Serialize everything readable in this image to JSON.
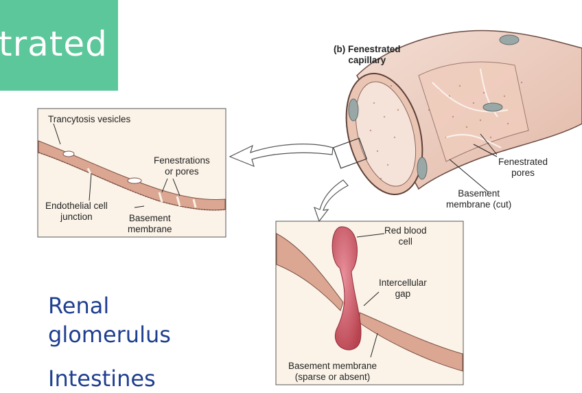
{
  "slide": {
    "title_fragment": "trated",
    "examples": [
      "Renal",
      "glomerulus",
      "Intestines"
    ]
  },
  "diagram": {
    "panel_title": "(b) Fenestrated",
    "panel_title_line2": "capillary",
    "labels": {
      "fenestrated_pores_1": "Fenestrated",
      "fenestrated_pores_2": "pores",
      "basement_cut_1": "Basement",
      "basement_cut_2": "membrane (cut)",
      "trancytosis": "Trancytosis vesicles",
      "fenestrations_1": "Fenestrations",
      "fenestrations_2": "or pores",
      "junction_1": "Endothelial cell",
      "junction_2": "junction",
      "basement_left_1": "Basement",
      "basement_left_2": "membrane",
      "rbc_1": "Red blood",
      "rbc_2": "cell",
      "gap_1": "Intercellular",
      "gap_2": "gap",
      "basement_bottom_1": "Basement membrane",
      "basement_bottom_2": "(sparse or absent)"
    }
  }
}
